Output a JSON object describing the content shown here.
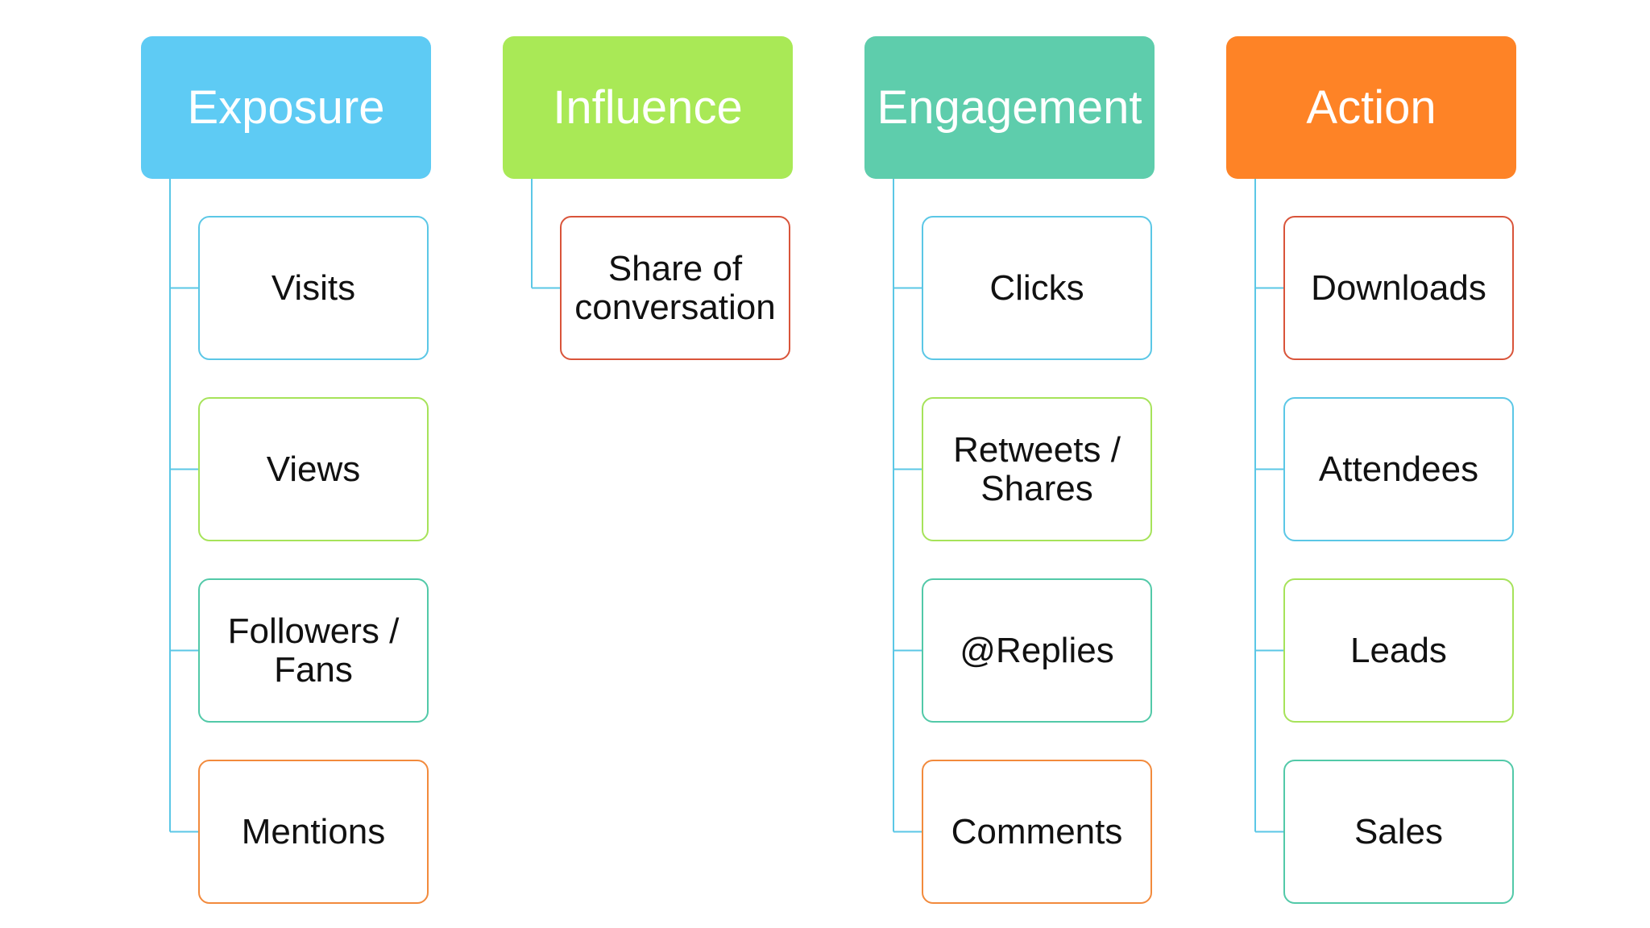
{
  "connector_color": "#5bc7e6",
  "columns": [
    {
      "title": "Exposure",
      "color": "#5ecbf4",
      "items": [
        {
          "label": "Visits",
          "border": "#5bc7e6"
        },
        {
          "label": "Views",
          "border": "#a6e35a"
        },
        {
          "label": "Followers / Fans",
          "border": "#52c9a8"
        },
        {
          "label": "Mentions",
          "border": "#f28a3c"
        }
      ]
    },
    {
      "title": "Influence",
      "color": "#a9e956",
      "items": [
        {
          "label": "Share of conversation",
          "border": "#d9543a"
        }
      ]
    },
    {
      "title": "Engagement",
      "color": "#5ecdac",
      "items": [
        {
          "label": "Clicks",
          "border": "#5bc7e6"
        },
        {
          "label": "Retweets / Shares",
          "border": "#a6e35a"
        },
        {
          "label": "@Replies",
          "border": "#52c9a8"
        },
        {
          "label": "Comments",
          "border": "#f28a3c"
        }
      ]
    },
    {
      "title": "Action",
      "color": "#fe8326",
      "items": [
        {
          "label": "Downloads",
          "border": "#d9543a"
        },
        {
          "label": "Attendees",
          "border": "#5bc7e6"
        },
        {
          "label": "Leads",
          "border": "#a6e35a"
        },
        {
          "label": "Sales",
          "border": "#52c9a8"
        }
      ]
    }
  ]
}
